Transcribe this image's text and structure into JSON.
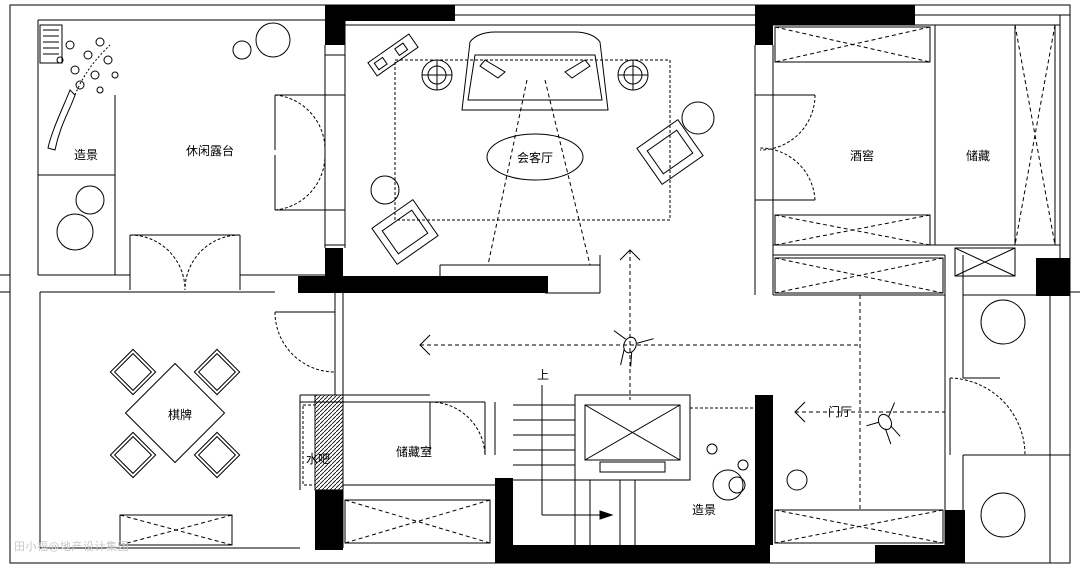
{
  "rooms": {
    "landscape_top": "造景",
    "terrace": "休闲露台",
    "living": "会客厅",
    "wine_cellar": "酒窖",
    "storage_right": "储藏",
    "chess": "棋牌",
    "water_bar": "水吧",
    "storage_room": "储藏室",
    "stair_up": "上",
    "landscape_bottom": "造景",
    "foyer": "门厅"
  },
  "watermark": "田小福@地产设计集团",
  "colors": {
    "line": "#000000",
    "background": "#ffffff",
    "wall": "#000000",
    "watermark": "#c8c8c8"
  }
}
